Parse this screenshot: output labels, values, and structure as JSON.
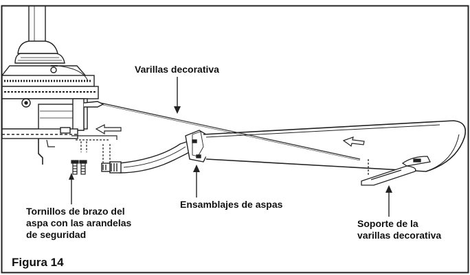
{
  "figure": {
    "title": "Figura 14",
    "labels": {
      "decorative_rods": "Varillas decorativa",
      "arm_screws": [
        "Tornillos de brazo del",
        "aspa con las arandelas",
        "de seguridad"
      ],
      "blade_assembly": "Ensamblajes de aspas",
      "rod_support": [
        "Soporte de la",
        "varillas decorativa"
      ]
    }
  }
}
